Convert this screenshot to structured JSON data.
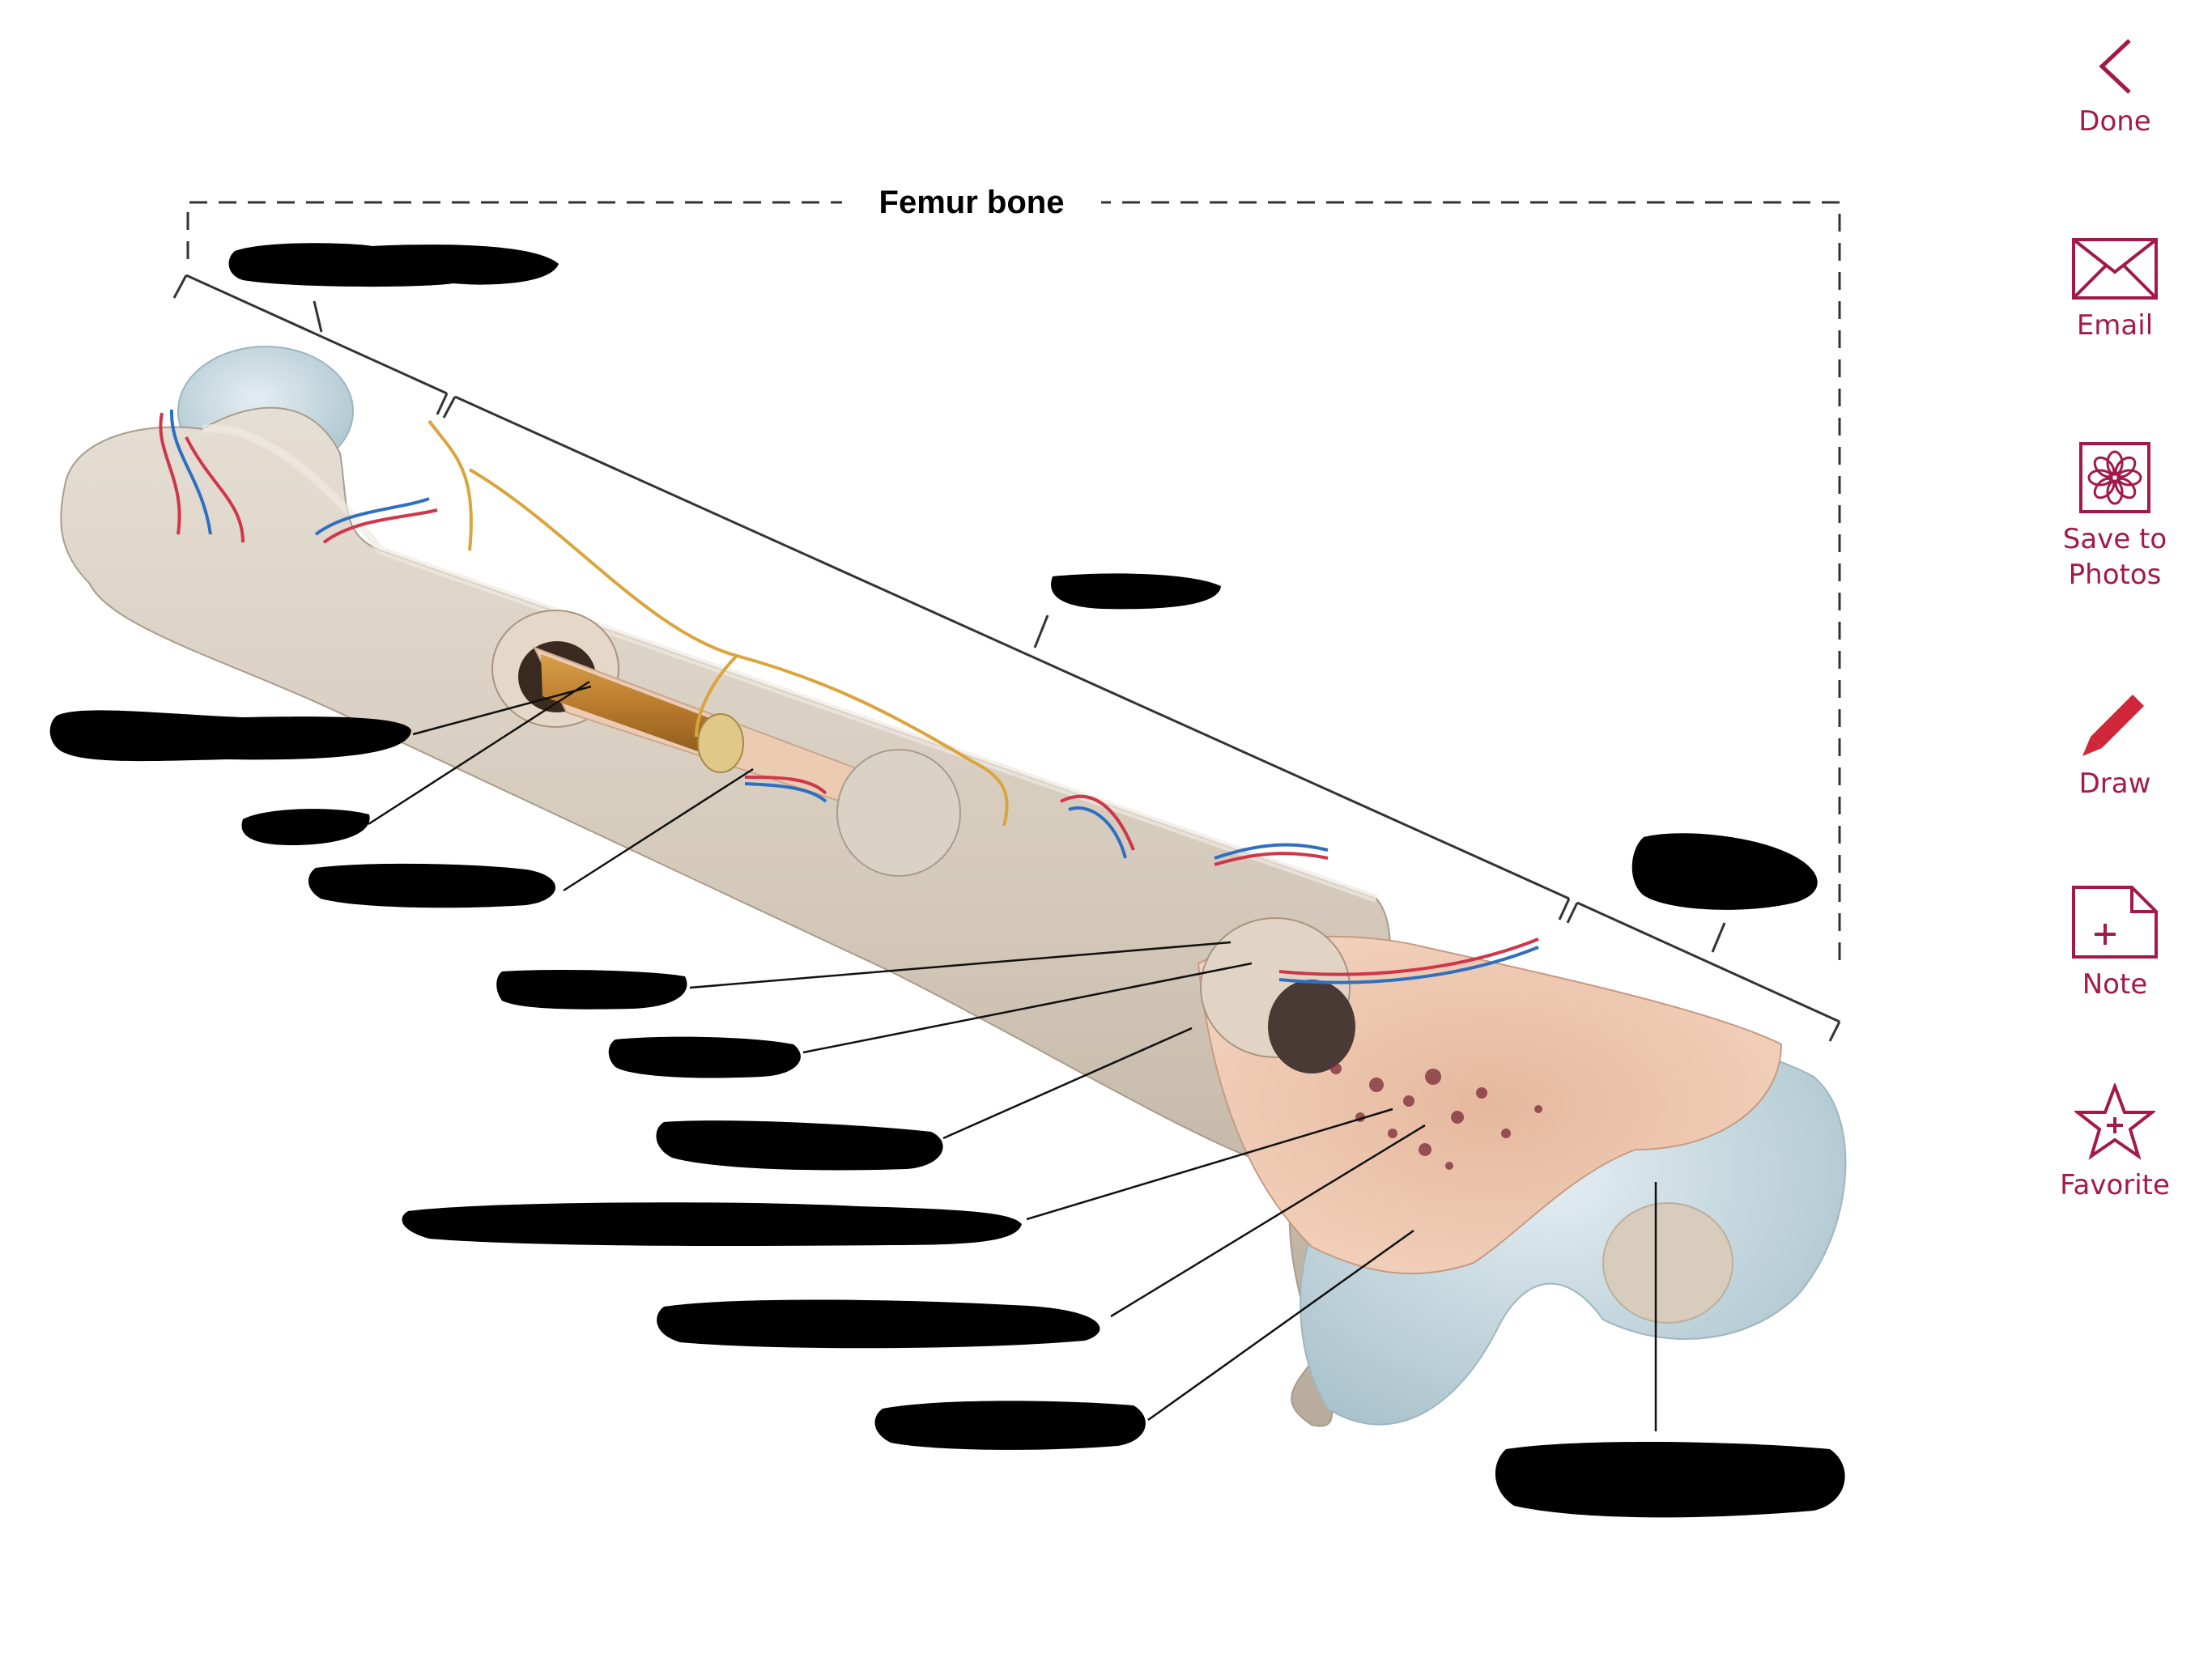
{
  "diagram": {
    "title": "Femur bone"
  },
  "toolbar": {
    "accent_color": "#a3194a",
    "items": [
      {
        "label": "Done",
        "icon": "chevron-left-icon"
      },
      {
        "label": "Email",
        "icon": "envelope-icon"
      },
      {
        "label": "Save to\nPhotos",
        "icon": "flower-icon"
      },
      {
        "label": "Draw",
        "icon": "pencil-icon"
      },
      {
        "label": "Note",
        "icon": "note-add-icon"
      },
      {
        "label": "Favorite",
        "icon": "star-add-icon"
      }
    ]
  }
}
